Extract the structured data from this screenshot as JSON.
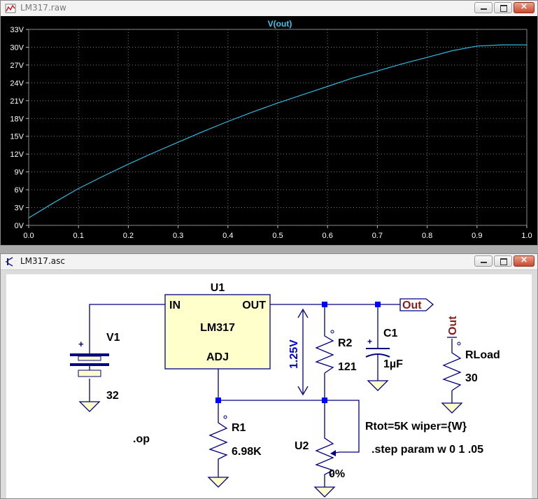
{
  "plot_window": {
    "title": "LM317.raw",
    "trace_label": "V(out)",
    "colors": {
      "background": "#000000",
      "trace": "#2fb9dd",
      "grid": "#808080",
      "axis_text": "#ffffff",
      "trace_label": "#3ec6ec"
    }
  },
  "schematic_window": {
    "title": "LM317.asc",
    "labels": {
      "u1_name": "U1",
      "u1_in": "IN",
      "u1_out": "OUT",
      "u1_part": "LM317",
      "u1_adj": "ADJ",
      "v1_name": "V1",
      "v1_plus": "+",
      "v1_value": "32",
      "voltage_note": "1.25V",
      "r2_name": "R2",
      "r2_value": "121",
      "c1_name": "C1",
      "c1_plus": "+",
      "c1_value": "1µF",
      "out_flag": "Out",
      "rload_net": "Out",
      "rload_name": "RLoad",
      "rload_value": "30",
      "r1_name": "R1",
      "r1_value": "6.98K",
      "op_directive": ".op",
      "u2_name": "U2",
      "u2_value": "0%",
      "u2_params": "Rtot=5K wiper={W}",
      "step_directive": ".step param w 0 1 .05"
    },
    "colors": {
      "background": "#ffffff",
      "component_fill": "#ffffcc",
      "wire": "#000080",
      "junction": "#0000ff",
      "net_label": "#8b1c1c",
      "note": "#0000cc"
    }
  },
  "chart_data": {
    "type": "line",
    "title": "V(out)",
    "xlabel": "",
    "ylabel": "",
    "xlim": [
      0,
      1
    ],
    "ylim": [
      0,
      33
    ],
    "x_ticks": [
      "0.0",
      "0.1",
      "0.2",
      "0.3",
      "0.4",
      "0.5",
      "0.6",
      "0.7",
      "0.8",
      "0.9",
      "1.0"
    ],
    "y_ticks": [
      "0V",
      "3V",
      "6V",
      "9V",
      "12V",
      "15V",
      "18V",
      "21V",
      "24V",
      "27V",
      "30V",
      "33V"
    ],
    "grid": true,
    "series": [
      {
        "x": [
          0,
          0.05,
          0.1,
          0.15,
          0.2,
          0.25,
          0.3,
          0.35,
          0.4,
          0.45,
          0.5,
          0.55,
          0.6,
          0.65,
          0.7,
          0.75,
          0.8,
          0.85,
          0.9,
          0.95,
          1.0
        ],
        "values": [
          1.25,
          3.8,
          6.2,
          8.3,
          10.3,
          12.2,
          14.0,
          15.8,
          17.5,
          19.1,
          20.6,
          22.0,
          23.4,
          24.8,
          26.0,
          27.2,
          28.3,
          29.4,
          30.2,
          30.4,
          30.4
        ]
      }
    ]
  }
}
